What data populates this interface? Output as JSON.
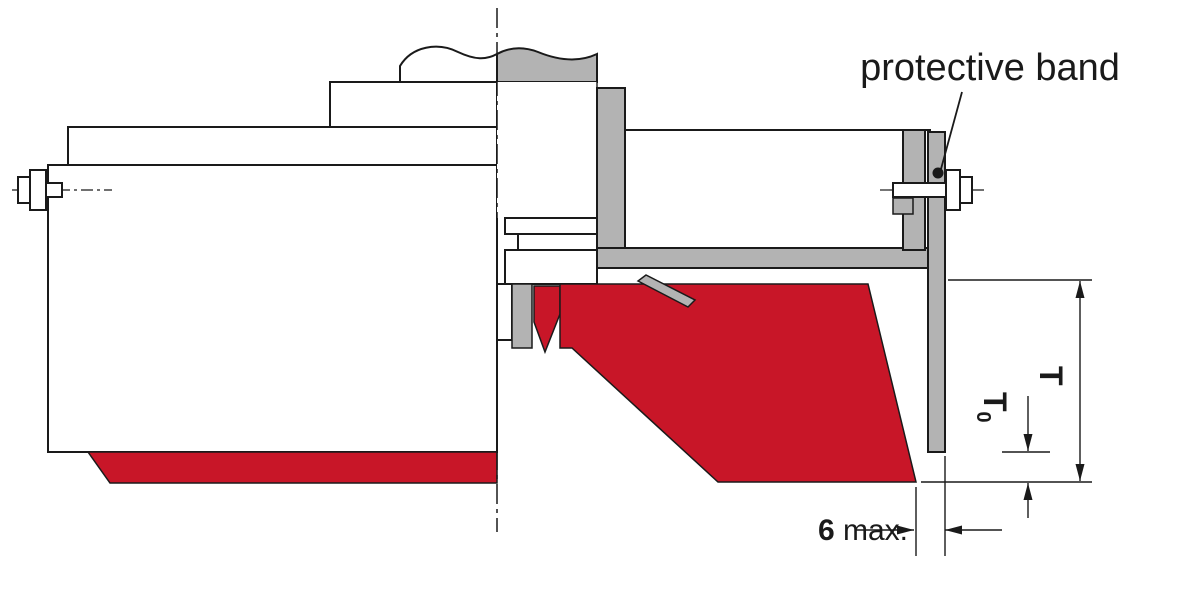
{
  "colors": {
    "red": "#c81628",
    "gray": "#b3b3b3",
    "line": "#1a1a1a",
    "background": "#ffffff"
  },
  "callout": {
    "protective_band": "protective band"
  },
  "dimensions": {
    "t": "T",
    "t0_base": "T",
    "t0_sub": "0",
    "six_value": "6",
    "six_unit": " max."
  }
}
